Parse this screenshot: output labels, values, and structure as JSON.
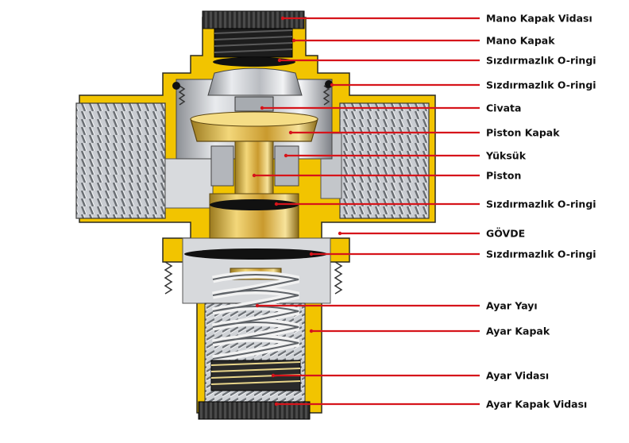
{
  "diagram": {
    "leader_color": "#d6141b",
    "body_color": "#f2c400",
    "callouts": [
      {
        "id": "mano-kapak-vidasi",
        "label": "Mano Kapak Vidası"
      },
      {
        "id": "mano-kapak",
        "label": "Mano Kapak"
      },
      {
        "id": "sizdirmazlik-oringi-1",
        "label": "Sızdırmazlık O-ringi"
      },
      {
        "id": "sizdirmazlik-oringi-2",
        "label": "Sızdırmazlık O-ringi"
      },
      {
        "id": "civata",
        "label": "Civata"
      },
      {
        "id": "piston-kapak",
        "label": "Piston Kapak"
      },
      {
        "id": "yuksuk",
        "label": "Yüksük"
      },
      {
        "id": "piston",
        "label": "Piston"
      },
      {
        "id": "sizdirmazlik-oringi-3",
        "label": "Sızdırmazlık O-ringi"
      },
      {
        "id": "govde",
        "label": "GÖVDE"
      },
      {
        "id": "sizdirmazlik-oringi-4",
        "label": "Sızdırmazlık O-ringi"
      },
      {
        "id": "ayar-yayi",
        "label": "Ayar Yayı"
      },
      {
        "id": "ayar-kapak",
        "label": "Ayar Kapak"
      },
      {
        "id": "ayar-vidasi",
        "label": "Ayar Vidası"
      },
      {
        "id": "ayar-kapak-vidasi",
        "label": "Ayar Kapak Vidası"
      }
    ]
  }
}
